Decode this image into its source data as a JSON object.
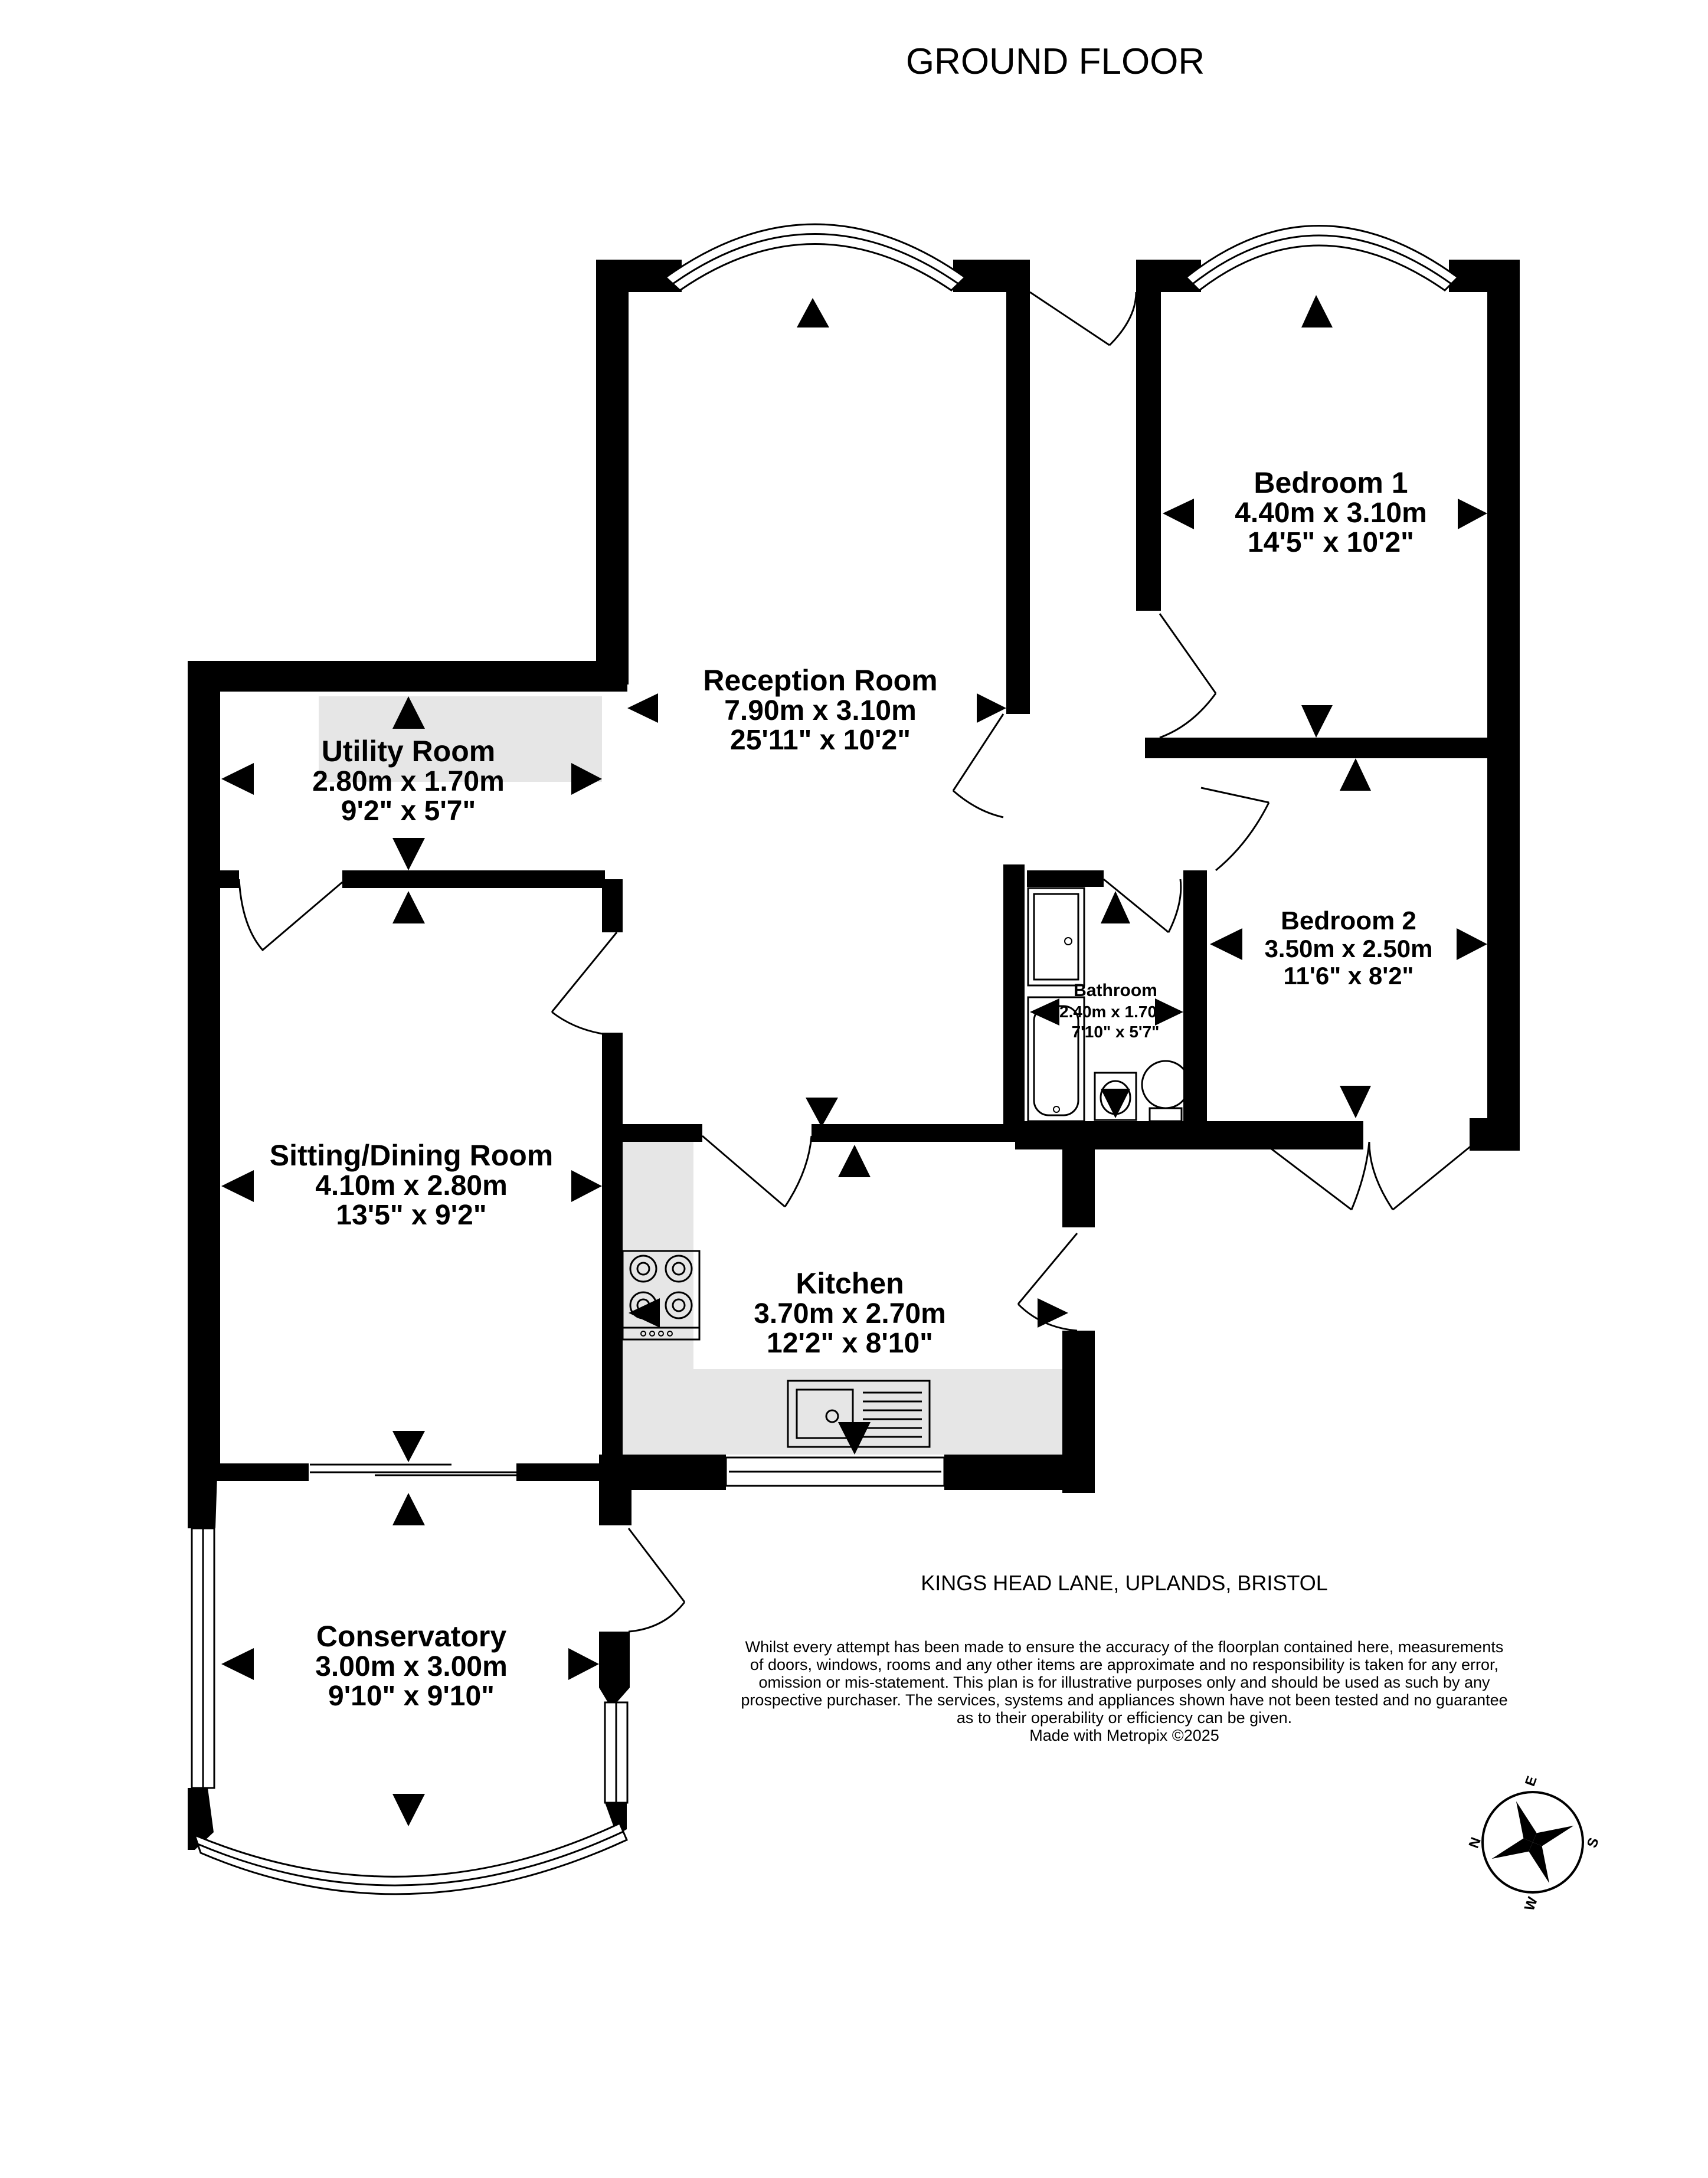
{
  "floor_title": "GROUND FLOOR",
  "rooms": {
    "reception": {
      "name": "Reception Room",
      "metric": "7.90m  x 3.10m",
      "imperial": "25'11\"  x 10'2\""
    },
    "bedroom1": {
      "name": "Bedroom 1",
      "metric": "4.40m  x 3.10m",
      "imperial": "14'5\"  x 10'2\""
    },
    "utility": {
      "name": "Utility Room",
      "metric": "2.80m  x 1.70m",
      "imperial": "9'2\"  x 5'7\""
    },
    "bedroom2": {
      "name": "Bedroom 2",
      "metric": "3.50m  x 2.50m",
      "imperial": "11'6\"  x 8'2\""
    },
    "bathroom": {
      "name": "Bathroom",
      "metric": "2.40m  x 1.70m",
      "imperial": "7'10\"  x 5'7\""
    },
    "sitting": {
      "name": "Sitting/Dining Room",
      "metric": "4.10m  x 2.80m",
      "imperial": "13'5\"  x 9'2\""
    },
    "kitchen": {
      "name": "Kitchen",
      "metric": "3.70m  x 2.70m",
      "imperial": "12'2\"  x 8'10\""
    },
    "conservatory": {
      "name": "Conservatory",
      "metric": "3.00m  x 3.00m",
      "imperial": "9'10\"  x 9'10\""
    }
  },
  "address": "KINGS HEAD LANE, UPLANDS, BRISTOL",
  "disclaimer": [
    "Whilst every attempt has been made to ensure the accuracy of the floorplan contained here, measurements",
    "of doors, windows, rooms and any other items are approximate and no responsibility is taken for any error,",
    "omission or mis-statement. This plan is for illustrative purposes only and should be used as such by any",
    "prospective purchaser. The services, systems and appliances shown have not been tested and no guarantee",
    "as to their operability or efficiency can be given.",
    "Made with Metropix ©2025"
  ],
  "compass": {
    "n": "N",
    "e": "E",
    "s": "S",
    "w": "W"
  }
}
